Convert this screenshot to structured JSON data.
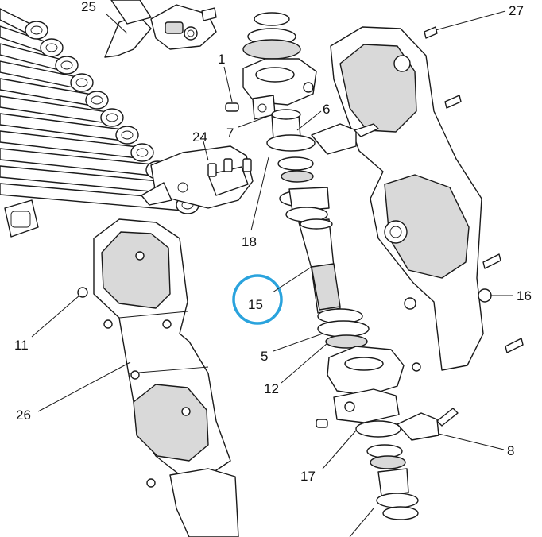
{
  "colors": {
    "line": "#1a1a1a",
    "background": "#ffffff",
    "highlight_ring": "#2aa3dd",
    "shade": "#d9d9d9"
  },
  "callouts": {
    "c25": "25",
    "c27": "27",
    "c1": "1",
    "c6": "6",
    "c7": "7",
    "c24": "24",
    "c18": "18",
    "c16": "16",
    "c15": "15",
    "c11": "11",
    "c5": "5",
    "c12": "12",
    "c26": "26",
    "c8": "8",
    "c17": "17"
  },
  "highlighted_callout": "15"
}
